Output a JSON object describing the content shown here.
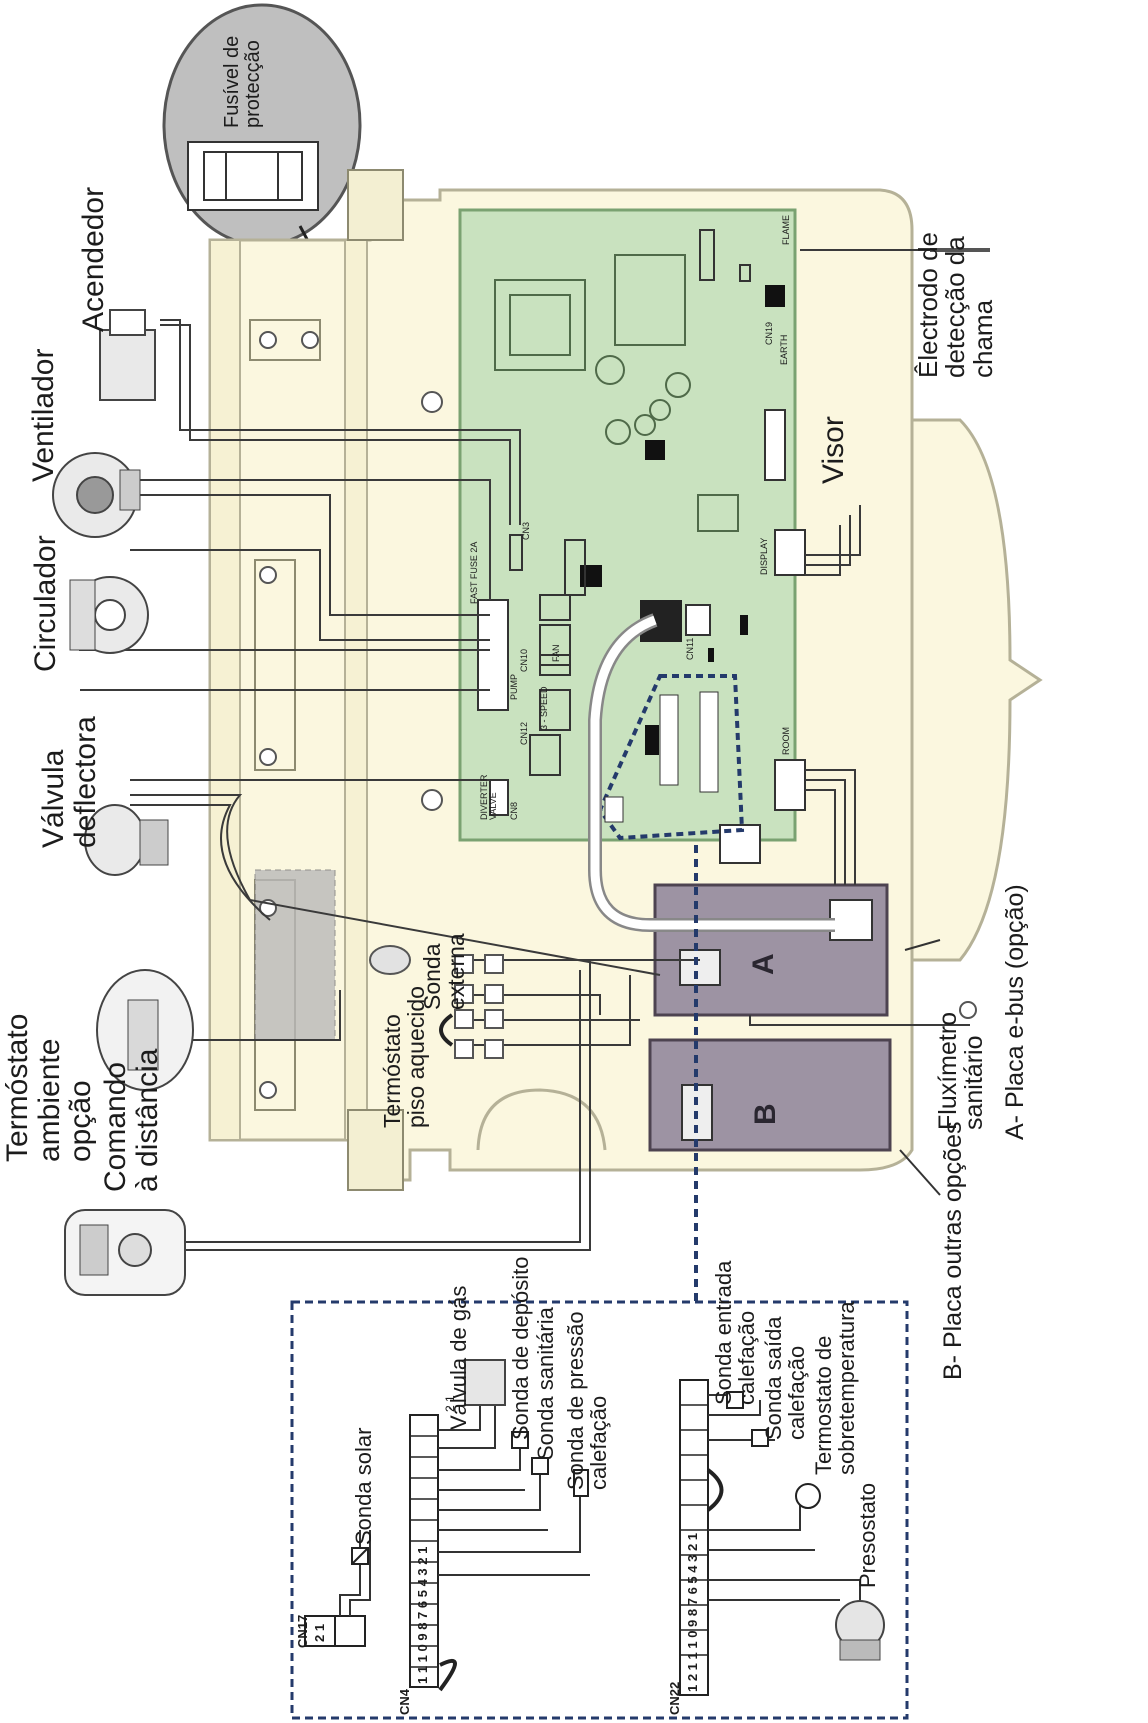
{
  "labels": {
    "fusivel": "Fusível de\nprotecção",
    "acendedor": "Acendedor",
    "ventilador": "Ventilador",
    "circulador": "Circulador",
    "valvula_deflectora": "Válvula\ndeflectora",
    "termostato_ambiente": "Termóstato\nambiente\nopção",
    "comando_distancia": "Comando\nà distância",
    "termostato_piso": "Termóstato\npiso aquecido",
    "sonda_externa": "Sonda\nexterna",
    "electrodo": "Êlectrodo de\ndetecção da\nchama",
    "visor": "Visor",
    "placa_a": "A- Placa e-bus (opção)",
    "fluximetro": "Fluxímetro\nsanitário",
    "placa_b": "B- Placa outras opções",
    "sonda_solar": "Sonda solar",
    "valvula_gas": "Válvula de gás",
    "sonda_deposito": "Sonda de depósito",
    "sonda_sanitaria": "Sonda sanitária",
    "sonda_pressao": "Sonda de pressão\ncalefação",
    "sonda_entrada": "Sonda entrada\ncalefação",
    "sonda_saida": "Sonda saída\ncalefação",
    "termostato_sobre": "Termostato de\nsobretemperatura",
    "presostato": "Presostato"
  },
  "board_letters": {
    "a": "A",
    "b": "B"
  },
  "connectors": {
    "cn17": "CN17",
    "cn4": "CN4",
    "cn22": "CN22",
    "cn11": "CN11",
    "cn10": "CN10",
    "cn3": "CN3",
    "cn8": "CN8",
    "cn19": "CN19",
    "cn12": "CN12",
    "fan": "FAN",
    "pump": "PUMP",
    "fast_fuse": "FAST FUSE 2A",
    "speed": "3 - SPEED",
    "earth": "EARTH",
    "flame": "FLAME",
    "display": "DISPLAY",
    "diverter": "DIVERTER\nVALVE",
    "room": "ROOM",
    "cn17_pins": "2 1",
    "cn4_pins": "1 1 1 0 9 8 7 6 5 4 3 2 1",
    "cn22_pins": "1 2 1 1 1 0 9 8 7 6 5 4 3 2 1",
    "pins_top": "2 1"
  },
  "colors": {
    "board_green": "#c9e2bf",
    "board_border": "#7aa271",
    "housing_fill": "#fbf7df",
    "housing_line": "#b5b197",
    "option_board": "#9d93a3",
    "wire": "#3a3a3a",
    "dashed": "#243a6b",
    "shadow_box": "#b9b9b9"
  }
}
